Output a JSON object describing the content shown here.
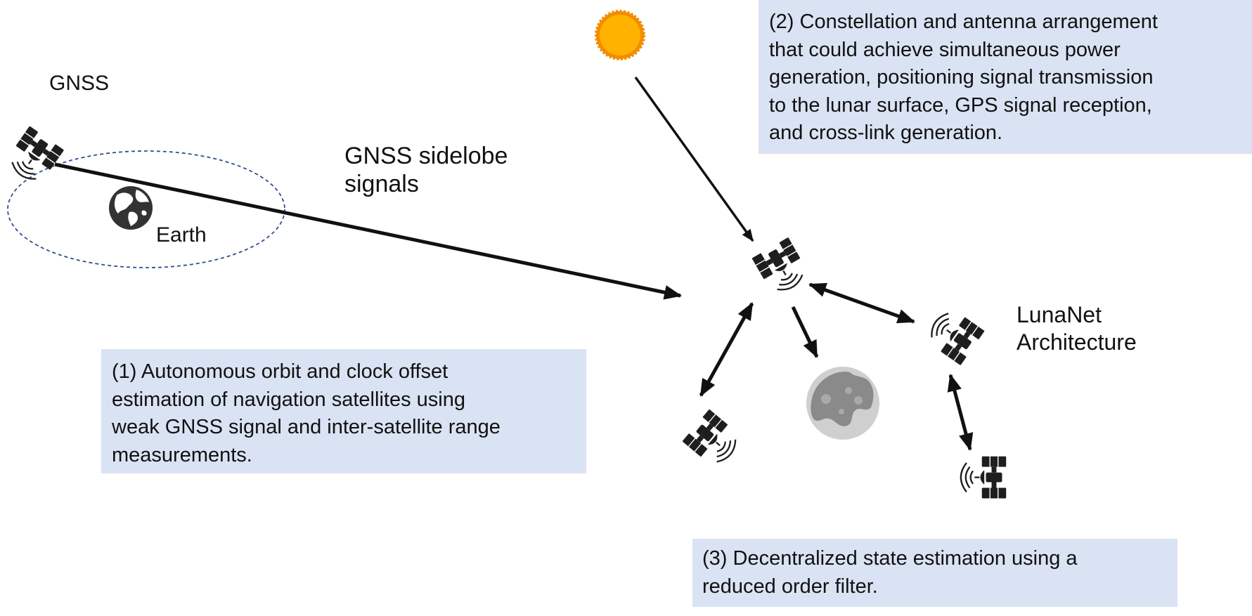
{
  "labels": {
    "gnss": "GNSS",
    "earth": "Earth",
    "sidelobe_line1": "GNSS sidelobe",
    "sidelobe_line2": "signals",
    "lunanet_line1": "LunaNet",
    "lunanet_line2": "Architecture"
  },
  "boxes": {
    "box1": {
      "lines": [
        "(1) Autonomous orbit and clock offset",
        "estimation of navigation satellites using",
        "weak GNSS signal and inter-satellite range",
        "measurements."
      ]
    },
    "box2": {
      "lines": [
        "(2) Constellation and antenna arrangement",
        "that could achieve simultaneous power",
        "generation, positioning signal transmission",
        "to the lunar surface, GPS signal reception,",
        "and cross-link generation."
      ]
    },
    "box3": {
      "lines": [
        "(3) Decentralized state estimation using a",
        "reduced order filter."
      ]
    }
  },
  "icons": {
    "satellite": "satellite-icon",
    "earth": "earth-globe-icon",
    "sun": "sun-icon",
    "moon": "moon-icon"
  },
  "colors": {
    "box_fill": "#dae3f3",
    "orbit_stroke": "#2f4f8f",
    "sun_fill": "#ffb300",
    "sun_rim": "#f28c00",
    "moon_fill": "#cccccc",
    "moon_crater": "#8a8a8a"
  }
}
